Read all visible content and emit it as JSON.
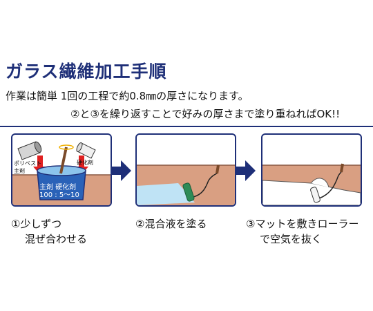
{
  "title": "ガラス繊維加工手順",
  "subtitle_line1": "作業は簡単 1回の工程で約0.8㎜の厚さになります。",
  "subtitle_line2": "②と③を繰り返すことで好みの厚さまで塗り重ねればOK!!",
  "steps": [
    {
      "caption_line1": "①少しずつ",
      "caption_line2": "混ぜ合わせる",
      "labels": {
        "polyester": "ポリベスト",
        "shuzai": "主剤",
        "kokazai": "硬化剤",
        "ratio_header": "主剤  硬化剤",
        "ratio_values": "100 : 5〜10"
      }
    },
    {
      "caption_line1": "②混合液を塗る"
    },
    {
      "caption_line1": "③マットを敷きローラー",
      "caption_line2": "で空気を抜く"
    }
  ],
  "colors": {
    "navy": "#1e2f78",
    "surface": "#d99f82",
    "resin": "#bfe3f5",
    "roller": "#2e8b57",
    "arrow_red": "#e02020"
  },
  "icons": [
    "pouring-can-icon",
    "stir-stick-icon",
    "mixing-bucket-icon",
    "roller-icon",
    "right-arrow-icon"
  ]
}
